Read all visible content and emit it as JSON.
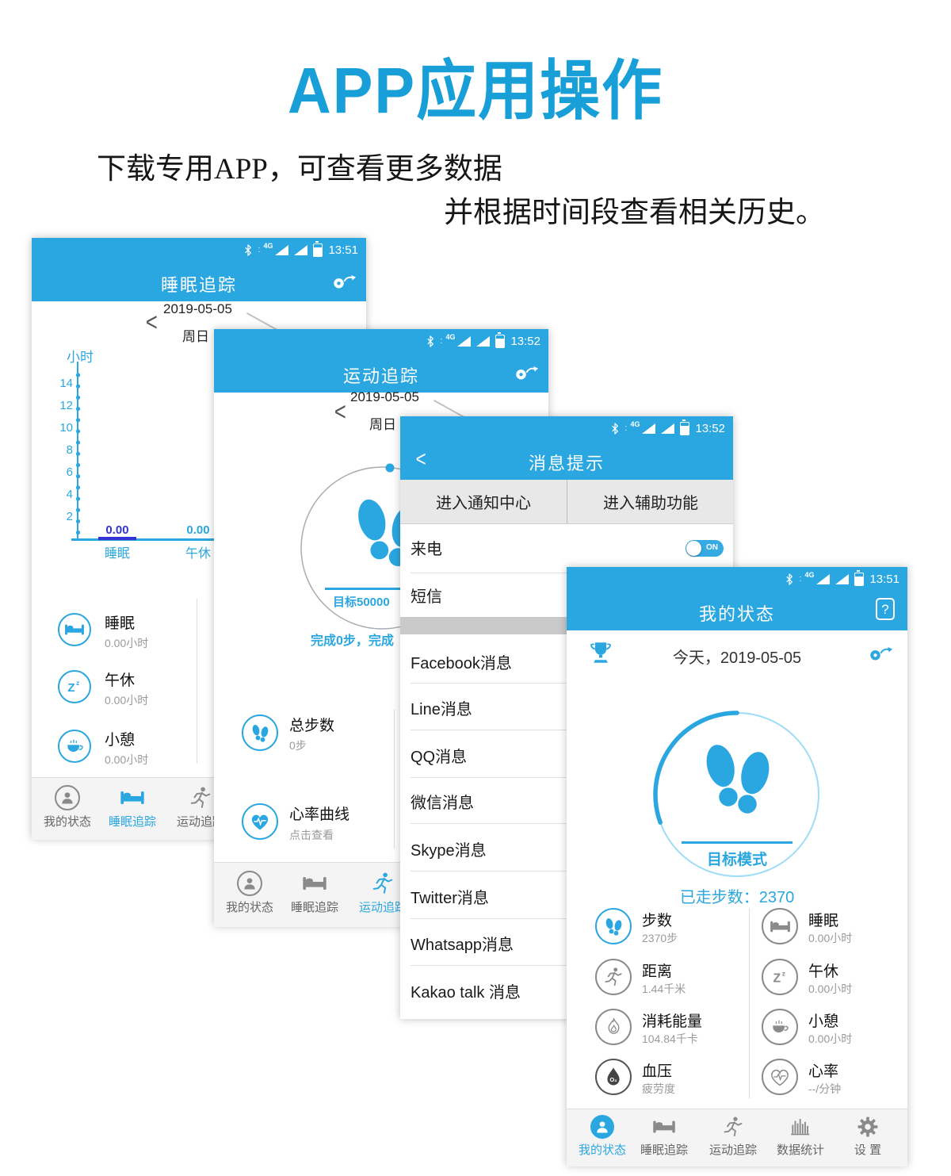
{
  "header": {
    "title": "APP应用操作",
    "subtitle1": "下载专用APP，可查看更多数据",
    "subtitle2": "并根据时间段查看相关历史。"
  },
  "colors": {
    "accent": "#2aa7e0",
    "dark_blue": "#3434d6"
  },
  "sleep_screen": {
    "time": "13:51",
    "title": "睡眠追踪",
    "back": "<",
    "date": "2019-05-05",
    "weekday": "周日",
    "chart": {
      "ylabel": "小时",
      "ticks": [
        "14",
        "12",
        "10",
        "8",
        "6",
        "4",
        "2"
      ],
      "categories": [
        "睡眠",
        "午休"
      ],
      "values": [
        "0.00",
        "0.00"
      ]
    },
    "items": [
      {
        "label": "睡眠",
        "value": "0.00小时"
      },
      {
        "label": "午休",
        "value": "0.00小时"
      },
      {
        "label": "小憩",
        "value": "0.00小时"
      }
    ],
    "nav": [
      {
        "label": "我的状态"
      },
      {
        "label": "睡眠追踪"
      },
      {
        "label": "运动追踪"
      }
    ]
  },
  "sport_screen": {
    "time": "13:52",
    "title": "运动追踪",
    "back": "<",
    "date": "2019-05-05",
    "weekday": "周日",
    "goal_text": "目标50000",
    "progress_text": "完成0步，完成",
    "items": [
      {
        "label": "总步数",
        "value": "0步"
      },
      {
        "label": "心率曲线",
        "value": "点击查看"
      }
    ],
    "nav": [
      {
        "label": "我的状态"
      },
      {
        "label": "睡眠追踪"
      },
      {
        "label": "运动追踪"
      }
    ]
  },
  "message_screen": {
    "time": "13:52",
    "title": "消息提示",
    "back": "<",
    "buttons": [
      {
        "label": "进入通知中心"
      },
      {
        "label": "进入辅助功能"
      }
    ],
    "toggle": {
      "label": "ON"
    },
    "rows": [
      {
        "label": "来电"
      },
      {
        "label": "短信"
      },
      {
        "label": "Facebook消息"
      },
      {
        "label": "Line消息"
      },
      {
        "label": "QQ消息"
      },
      {
        "label": "微信消息"
      },
      {
        "label": "Skype消息"
      },
      {
        "label": "Twitter消息"
      },
      {
        "label": "Whatsapp消息"
      },
      {
        "label": "Kakao talk 消息"
      }
    ]
  },
  "my_status_screen": {
    "time": "13:51",
    "title": "我的状态",
    "help_icon": "?",
    "date_line": "今天，2019-05-05",
    "goal_mode": "目标模式",
    "steps_line": "已走步数：2370",
    "stats_left": [
      {
        "label": "步数",
        "value": "2370步"
      },
      {
        "label": "距离",
        "value": "1.44千米"
      },
      {
        "label": "消耗能量",
        "value": "104.84千卡"
      },
      {
        "label": "血压",
        "value": "疲劳度"
      }
    ],
    "stats_right": [
      {
        "label": "睡眠",
        "value": "0.00小时"
      },
      {
        "label": "午休",
        "value": "0.00小时"
      },
      {
        "label": "小憩",
        "value": "0.00小时"
      },
      {
        "label": "心率",
        "value": "--/分钟"
      }
    ],
    "nav": [
      {
        "label": "我的状态"
      },
      {
        "label": "睡眠追踪"
      },
      {
        "label": "运动追踪"
      },
      {
        "label": "数据统计"
      },
      {
        "label": "设 置"
      }
    ]
  },
  "chart_data": {
    "type": "bar",
    "title": "睡眠追踪",
    "categories": [
      "睡眠",
      "午休"
    ],
    "values": [
      0,
      0
    ],
    "bar_value_labels": [
      "0.00",
      "0.00"
    ],
    "ylabel": "小时",
    "ylim": [
      0,
      14
    ],
    "yticks": [
      2,
      4,
      6,
      8,
      10,
      12,
      14
    ]
  }
}
